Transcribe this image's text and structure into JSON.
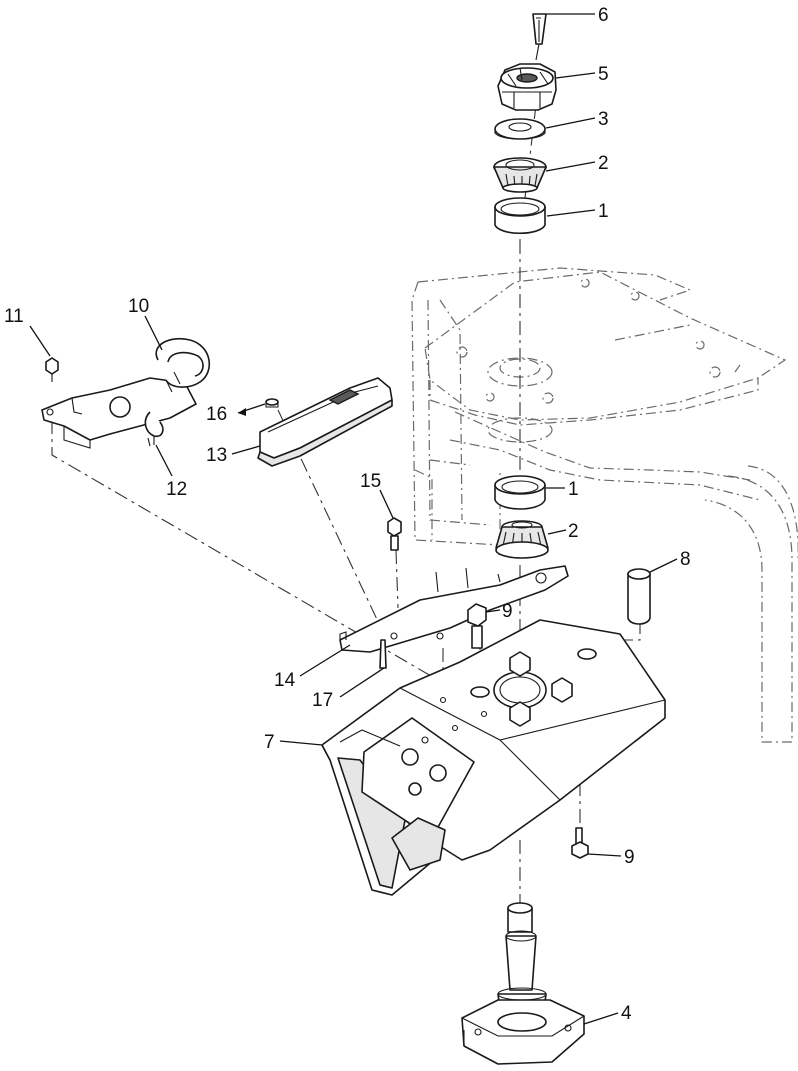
{
  "callouts": [
    {
      "id": "c6",
      "label": "6"
    },
    {
      "id": "c5",
      "label": "5"
    },
    {
      "id": "c3",
      "label": "3"
    },
    {
      "id": "c2a",
      "label": "2"
    },
    {
      "id": "c1a",
      "label": "1"
    },
    {
      "id": "c11",
      "label": "11"
    },
    {
      "id": "c10",
      "label": "10"
    },
    {
      "id": "c16",
      "label": "16"
    },
    {
      "id": "c13",
      "label": "13"
    },
    {
      "id": "c12",
      "label": "12"
    },
    {
      "id": "c15",
      "label": "15"
    },
    {
      "id": "c1b",
      "label": "1"
    },
    {
      "id": "c2b",
      "label": "2"
    },
    {
      "id": "c8",
      "label": "8"
    },
    {
      "id": "c9a",
      "label": "9"
    },
    {
      "id": "c14",
      "label": "14"
    },
    {
      "id": "c17",
      "label": "17"
    },
    {
      "id": "c7",
      "label": "7"
    },
    {
      "id": "c9b",
      "label": "9"
    },
    {
      "id": "c4",
      "label": "4"
    }
  ]
}
